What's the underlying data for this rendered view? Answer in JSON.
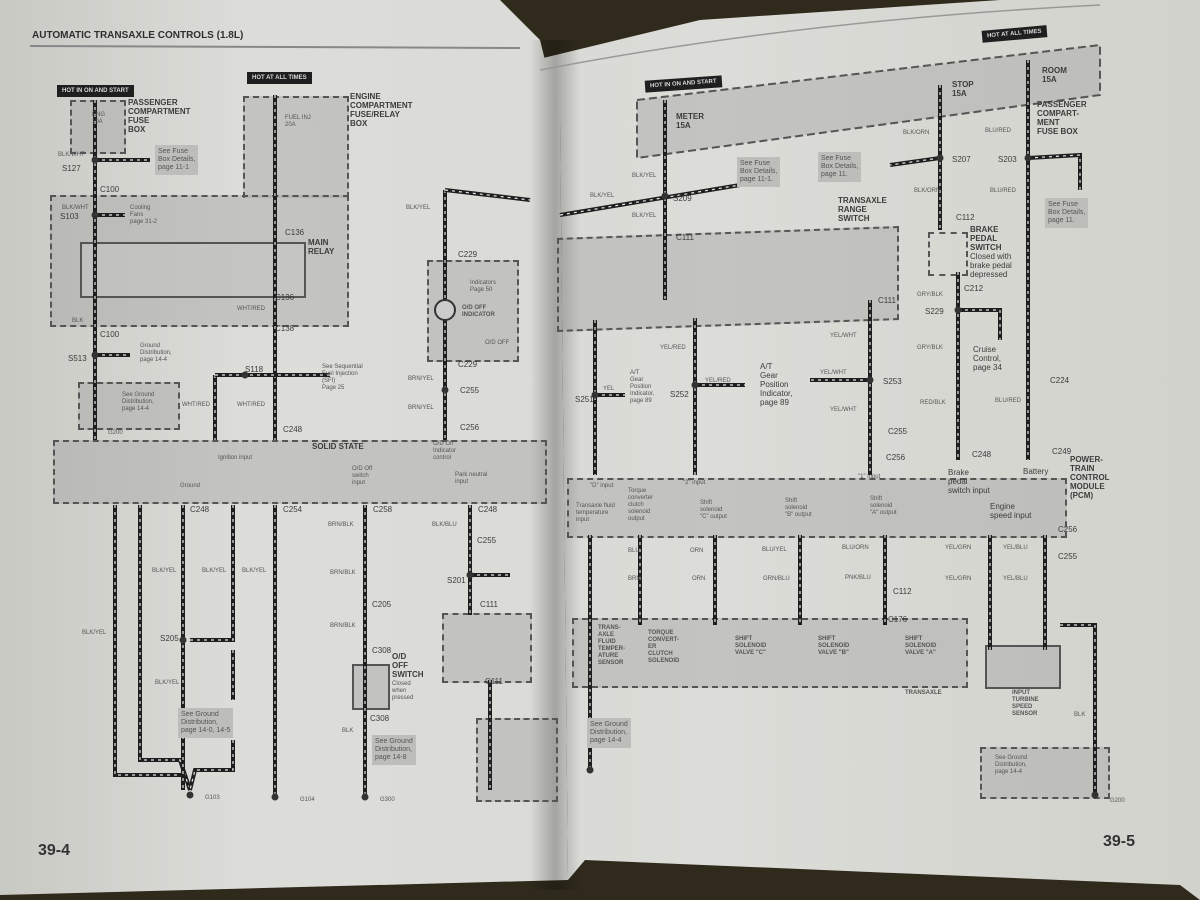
{
  "left": {
    "header": "AUTOMATIC TRANSAXLE CONTROLS (1.8L)",
    "tag_on_start": "HOT IN ON AND START",
    "tag_all_times": "HOT AT ALL TIMES",
    "pass_fuse_box": "PASSENGER\nCOMPARTMENT\nFUSE\nBOX",
    "eng_fuse": "ENG\n10A",
    "engine_box": "ENGINE\nCOMPARTMENT\nFUSE/RELAY\nBOX",
    "fuel_inj": "FUEL INJ\n20A",
    "s127": "S127",
    "note_fuse": "See Fuse\nBox Details,\npage 11-1",
    "c100a": "C100",
    "s103": "S103",
    "note_cooling": "Cooling\nFans\npage 31-2",
    "c136a": "C136",
    "main_relay": "MAIN\nRELAY",
    "c136b": "C136",
    "c138": "C138",
    "c100b": "C100",
    "s513": "S513",
    "note_ground1": "Ground\nDistribution,\npage 14-4",
    "note_ground2": "See Ground\nDistribution,\npage 14-4",
    "g200": "G200",
    "s118": "S118",
    "note_sfi": "See Sequential\nFuel Injection\n(SFI)\nPage 25",
    "c248_top": "C248",
    "c229a": "C229",
    "note_indicators": "Indicators\nPage 50",
    "od_indicator": "O/D OFF\nINDICATOR",
    "od_off": "O/D OFF",
    "c229b": "C229",
    "c255": "C255",
    "c256": "C256",
    "solid_state": "SOLID STATE",
    "ignition_input": "Ignition input",
    "od_indicator_control": "O/D Off\nIndicator\ncontrol",
    "od_switch_input": "O/D Off\nswitch\ninput",
    "park_neutral_input": "Park neutral\ninput",
    "ground": "Ground",
    "c248_bot": "C248",
    "c254": "C254",
    "c258": "C258",
    "c248_r": "C248",
    "c255_b": "C255",
    "s201": "S201",
    "c111a": "C111",
    "c111b": "C111",
    "c205": "C205",
    "c308a": "C308",
    "od_switch": "O/D\nOFF\nSWITCH",
    "od_switch_note": "Closed\nwhen\npressed",
    "c308b": "C308",
    "s205": "S205",
    "note_ground3": "See Ground\nDistribution,\npage 14-0, 14-5",
    "note_ground4": "See Ground\nDistribution,\npage 14-8",
    "g103": "G103",
    "g104": "G104",
    "g300": "G300",
    "wire_blk_wht": "BLK/WHT",
    "wire_blk": "BLK",
    "wire_wht_red": "WHT/RED",
    "wire_blk_yel": "BLK/YEL",
    "wire_brn_yel": "BRN/YEL",
    "wire_brn_blk": "BRN/BLK",
    "wire_blk_blu": "BLK/BLU",
    "page_number": "39-4"
  },
  "right": {
    "tag_all_times": "HOT AT ALL TIMES",
    "tag_on_start": "HOT IN ON AND START",
    "meter": "METER\n15A",
    "stop": "STOP\n15A",
    "room": "ROOM\n15A",
    "pass_fuse_box": "PASSENGER\nCOMPART-\nMENT\nFUSE BOX",
    "s207": "S207",
    "s203": "S203",
    "s209": "S209",
    "note_fuse1": "See Fuse\nBox Details,\npage 11-1.",
    "note_fuse2": "See Fuse\nBox Details,\npage 11.",
    "note_fuse3": "See Fuse\nBox Details,\npage 11.",
    "range_switch": "TRANSAXLE\nRANGE\nSWITCH",
    "c111a": "C111",
    "c111b": "C111",
    "c112": "C112",
    "brake_switch": "BRAKE\nPEDAL\nSWITCH",
    "brake_note": "Closed with\nbrake pedal\ndepressed",
    "c212": "C212",
    "s229": "S229",
    "cruise": "Cruise\nControl,\npage 34",
    "c224": "C224",
    "s251": "S251",
    "s252": "S252",
    "s253": "S253",
    "gear_ind1": "A/T\nGear\nPosition\nIndicator,\npage 89",
    "gear_ind2": "A/T\nGear\nPosition\nIndicator,\npage 89",
    "c255": "C255",
    "c256": "C256",
    "c248": "C248",
    "c249": "C249",
    "pcm": "POWER-\nTRAIN\nCONTROL\nMODULE\n(PCM)",
    "d_input": "\"D\" input",
    "two_input": "\"2\" input",
    "one_input": "\"1\" input",
    "brake_input": "Brake\npedal\nswitch input",
    "battery": "Battery",
    "fluid_temp_input": "Transaxle fluid\ntemperature\ninput",
    "tcc_output": "Torque\nconverter\nclutch\nsolenoid\noutput",
    "ssc_output": "Shift\nsolenoid\n\"C\" output",
    "ssb_output": "Shift\nsolenoid\n\"B\" output",
    "ssa_output": "Shift\nsolenoid\n\"A\" output",
    "engine_speed_input": "Engine\nspeed input",
    "c256b": "C256",
    "c255b": "C255",
    "c112b": "C112",
    "c176": "C176",
    "fluid_sensor": "TRANS-\nAXLE\nFLUID\nTEMPER-\nATURE\nSENSOR",
    "tcc_solenoid": "TORQUE\nCONVERT-\nER\nCLUTCH\nSOLENOID",
    "ssv_c": "SHIFT\nSOLENOID\nVALVE \"C\"",
    "ssv_b": "SHIFT\nSOLENOID\nVALVE \"B\"",
    "ssv_a": "SHIFT\nSOLENOID\nVALVE \"A\"",
    "transaxle": "TRANSAXLE",
    "turbine_sensor": "INPUT\nTURBINE\nSPEED\nSENSOR",
    "note_ground1": "See Ground\nDistribution,\npage 14-4",
    "note_ground2": "See Ground\nDistribution,\npage 14-4",
    "g200": "G200",
    "wire_blk_yel": "BLK/YEL",
    "wire_blk_orn": "BLK/ORN",
    "wire_blu_red": "BLU/RED",
    "wire_gry_blk": "GRY/BLK",
    "wire_red_blk": "RED/BLK",
    "wire_yel_red": "YEL/RED",
    "wire_yel_wht": "YEL/WHT",
    "wire_yel": "YEL",
    "wire_yel_grn": "YEL/GRN",
    "wire_yel_blu": "YEL/BLU",
    "wire_blu_yel": "BLU/YEL",
    "wire_blu_orn": "BLU/ORN",
    "wire_grn_blu": "GRN/BLU",
    "wire_pnk_blu": "PNK/BLU",
    "wire_orn": "ORN",
    "wire_blu": "BLU",
    "wire_brn": "BRN",
    "wire_blk": "BLK",
    "page_number": "39-5"
  }
}
